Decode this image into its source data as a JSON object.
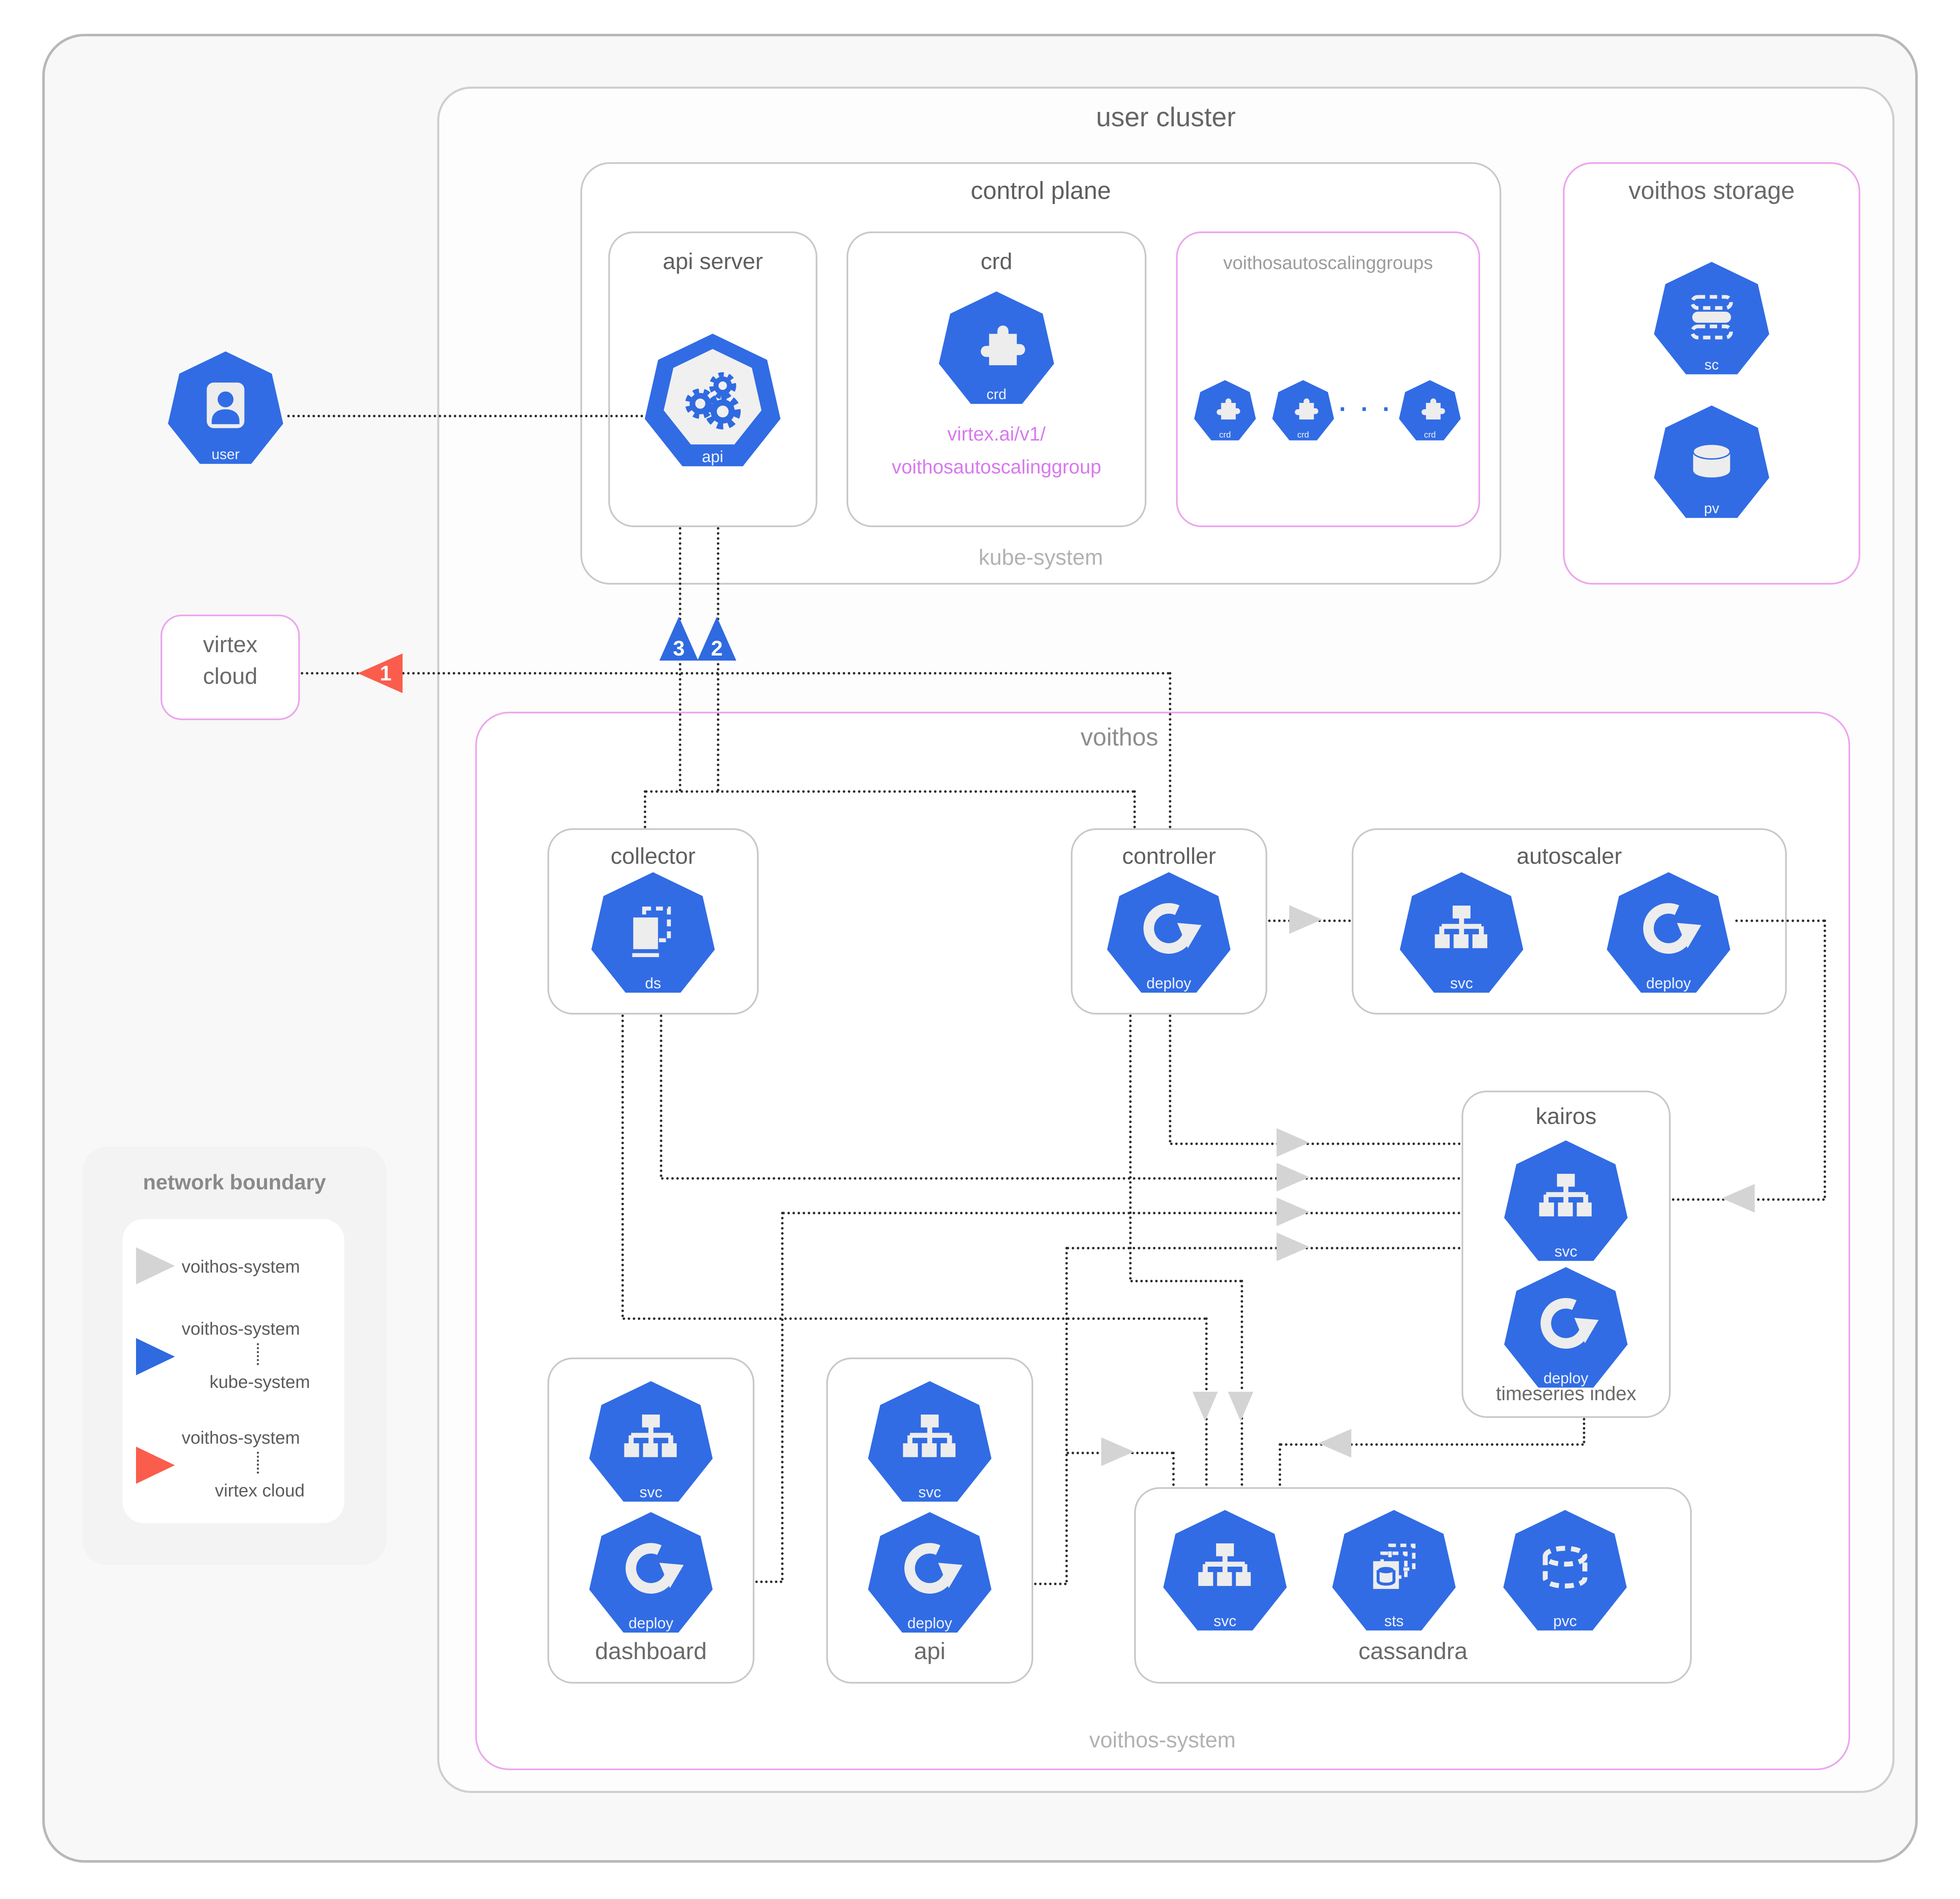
{
  "frame": {
    "user_cluster": "user cluster"
  },
  "control_plane": {
    "title": "control plane",
    "namespace": "kube-system",
    "api_server": {
      "title": "api server",
      "hex": "api"
    },
    "crd": {
      "title": "crd",
      "hex": "crd",
      "resource_line1": "virtex.ai/v1/",
      "resource_line2": "voithosautoscalinggroup"
    },
    "vasg": {
      "title": "voithosautoscalinggroups",
      "hex": "crd",
      "ellipsis": "· · ·"
    }
  },
  "storage": {
    "title": "voithos storage",
    "sc": "sc",
    "pv": "pv"
  },
  "user": {
    "hex": "user"
  },
  "virtex_cloud": {
    "line1": "virtex",
    "line2": "cloud"
  },
  "voithos": {
    "title": "voithos",
    "namespace": "voithos-system",
    "collector": {
      "title": "collector",
      "hex": "ds"
    },
    "controller": {
      "title": "controller",
      "hex": "deploy"
    },
    "autoscaler": {
      "title": "autoscaler",
      "svc": "svc",
      "deploy": "deploy"
    },
    "kairos": {
      "title": "kairos",
      "svc": "svc",
      "deploy": "deploy",
      "subtitle": "timeseries index"
    },
    "dashboard": {
      "title": "dashboard",
      "svc": "svc",
      "deploy": "deploy"
    },
    "api": {
      "title": "api",
      "svc": "svc",
      "deploy": "deploy"
    },
    "cassandra": {
      "title": "cassandra",
      "svc": "svc",
      "sts": "sts",
      "pvc": "pvc"
    }
  },
  "legend": {
    "title": "network boundary",
    "items": [
      {
        "color": "gray",
        "from": "voithos-system",
        "to": ""
      },
      {
        "color": "blue",
        "from": "voithos-system",
        "to": "kube-system"
      },
      {
        "color": "red",
        "from": "voithos-system",
        "to": "virtex cloud"
      }
    ]
  },
  "markers": {
    "one": "1",
    "two": "2",
    "three": "3"
  },
  "colors": {
    "blue": "#316ce5",
    "pink": "#eda7ee",
    "violet_text": "#d879ef",
    "red": "#fb5d4c",
    "gray_arrow": "#d4d4d4"
  }
}
